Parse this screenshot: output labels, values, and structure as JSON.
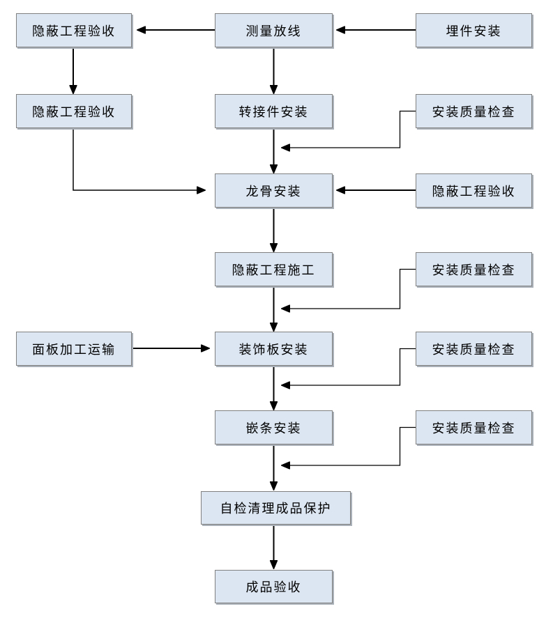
{
  "diagram": {
    "type": "flowchart",
    "nodes": [
      {
        "id": "hidden-acceptance-1",
        "label": "隐蔽工程验收"
      },
      {
        "id": "survey-layout",
        "label": "测量放线"
      },
      {
        "id": "embed-install",
        "label": "埋件安装"
      },
      {
        "id": "hidden-acceptance-2",
        "label": "隐蔽工程验收"
      },
      {
        "id": "adapter-install",
        "label": "转接件安装"
      },
      {
        "id": "quality-check-1",
        "label": "安装质量检查"
      },
      {
        "id": "keel-install",
        "label": "龙骨安装"
      },
      {
        "id": "hidden-acceptance-3",
        "label": "隐蔽工程验收"
      },
      {
        "id": "hidden-works",
        "label": "隐蔽工程施工"
      },
      {
        "id": "quality-check-2",
        "label": "安装质量检查"
      },
      {
        "id": "panel-transport",
        "label": "面板加工运输"
      },
      {
        "id": "panel-install",
        "label": "装饰板安装"
      },
      {
        "id": "quality-check-3",
        "label": "安装质量检查"
      },
      {
        "id": "trim-install",
        "label": "嵌条安装"
      },
      {
        "id": "quality-check-4",
        "label": "安装质量检查"
      },
      {
        "id": "self-check",
        "label": "自检清理成品保护"
      },
      {
        "id": "final-acceptance",
        "label": "成品验收"
      }
    ],
    "edges": [
      {
        "from": "embed-install",
        "to": "survey-layout"
      },
      {
        "from": "survey-layout",
        "to": "hidden-acceptance-1"
      },
      {
        "from": "hidden-acceptance-1",
        "to": "hidden-acceptance-2"
      },
      {
        "from": "survey-layout",
        "to": "adapter-install"
      },
      {
        "from": "adapter-install",
        "to": "keel-install"
      },
      {
        "from": "quality-check-1",
        "to": "keel-install",
        "route": "elbow joins adapter-install arrow"
      },
      {
        "from": "hidden-acceptance-2",
        "to": "keel-install",
        "route": "elbow into left side"
      },
      {
        "from": "hidden-acceptance-3",
        "to": "keel-install"
      },
      {
        "from": "keel-install",
        "to": "hidden-works"
      },
      {
        "from": "hidden-works",
        "to": "panel-install"
      },
      {
        "from": "quality-check-2",
        "to": "panel-install",
        "route": "elbow joins hidden-works arrow"
      },
      {
        "from": "panel-transport",
        "to": "panel-install"
      },
      {
        "from": "panel-install",
        "to": "trim-install"
      },
      {
        "from": "quality-check-3",
        "to": "trim-install",
        "route": "elbow joins panel-install arrow"
      },
      {
        "from": "trim-install",
        "to": "self-check"
      },
      {
        "from": "quality-check-4",
        "to": "self-check",
        "route": "elbow joins trim-install arrow"
      },
      {
        "from": "self-check",
        "to": "final-acceptance"
      }
    ],
    "colors": {
      "node_fill": "#dce6f2",
      "node_border": "#808080",
      "node_shadow": "#aab0b8",
      "arrow": "#000000",
      "text": "#000000",
      "background": "#ffffff"
    }
  }
}
